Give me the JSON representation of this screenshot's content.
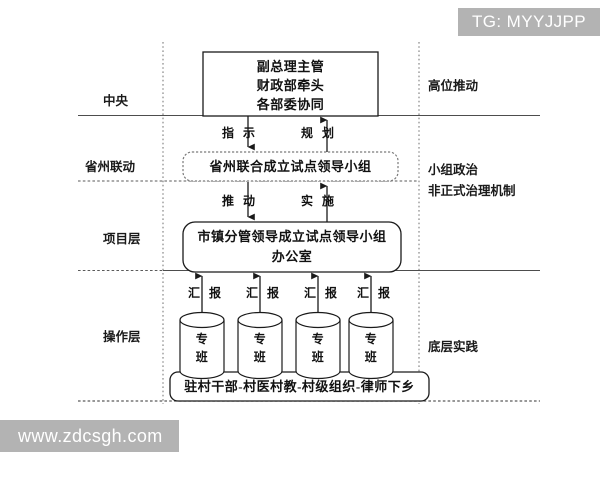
{
  "watermarks": {
    "top_right": "TG: MYYJJPP",
    "bottom_left": "www.zdcsgh.com",
    "badge_bg": "#b3b3b3",
    "badge_fg": "#ffffff"
  },
  "diagram": {
    "type": "hierarchy-flow",
    "stroke_color": "#1a1a1a",
    "background": "#ffffff",
    "left_labels": [
      {
        "text": "中央"
      },
      {
        "text": "省州联动"
      },
      {
        "text": "项目层"
      },
      {
        "text": "操作层"
      }
    ],
    "right_labels": [
      {
        "text": "高位推动"
      },
      {
        "line1": "小组政治",
        "line2": "非正式治理机制"
      },
      {
        "text": "底层实践"
      }
    ],
    "nodes": {
      "top_box": {
        "shape": "rectangle",
        "line1": "副总理主管",
        "line2": "财政部牵头",
        "line3": "各部委协同"
      },
      "province_box": {
        "shape": "rounded-rectangle",
        "text": "省州联合成立试点领导小组"
      },
      "project_box": {
        "shape": "rounded-rectangle",
        "line1": "市镇分管领导成立试点领导小组",
        "line2": "办公室"
      },
      "bottom_box": {
        "shape": "rounded-rectangle",
        "text": "驻村干部-村医村教-村级组织-律师下乡"
      }
    },
    "cylinders": [
      {
        "line1": "专",
        "line2": "班"
      },
      {
        "line1": "专",
        "line2": "班"
      },
      {
        "line1": "专",
        "line2": "班"
      },
      {
        "line1": "专",
        "line2": "班"
      }
    ],
    "arrow_labels": {
      "instruct": "指 示",
      "plan": "规 划",
      "promote": "推 动",
      "implement": "实 施",
      "report_1": "汇 报",
      "report_2": "汇 报",
      "report_3": "汇 报",
      "report_4": "汇 报"
    }
  }
}
